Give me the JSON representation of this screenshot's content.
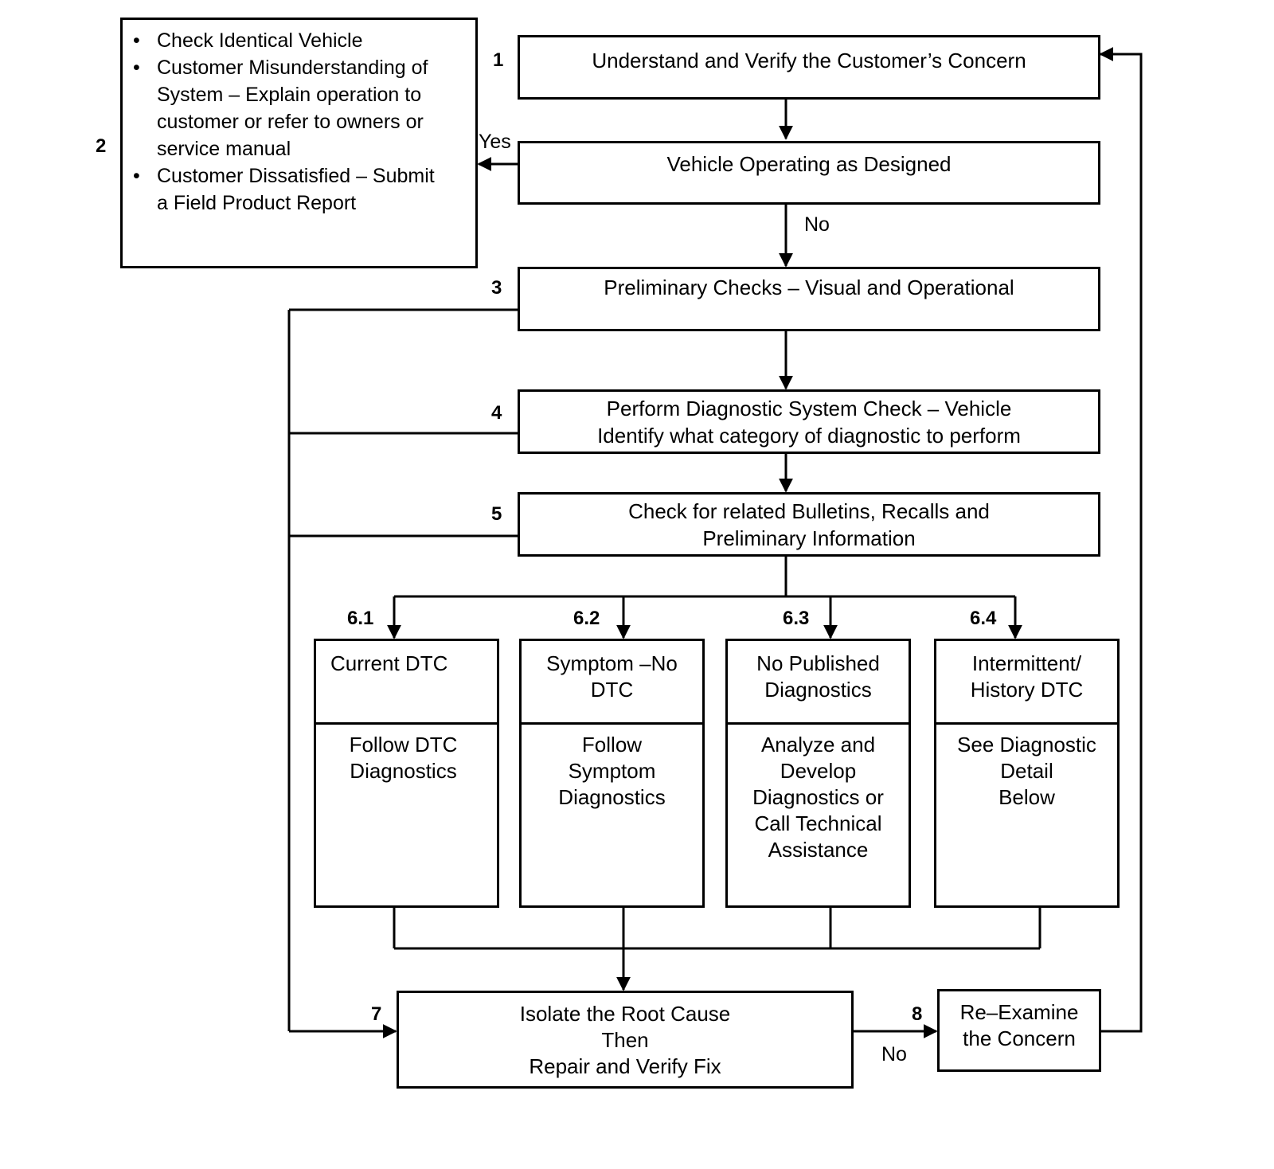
{
  "notes_box": {
    "items": [
      "Check Identical Vehicle",
      "Customer Misunderstanding of\nSystem – Explain operation to\ncustomer or refer to owners or\nservice manual",
      "Customer Dissatisfied – Submit\na Field Product Report"
    ]
  },
  "steps": {
    "s1": {
      "num": "1",
      "text": "Understand and Verify the Customer’s Concern"
    },
    "s2": {
      "num": "2"
    },
    "s_operating": {
      "text": "Vehicle Operating as Designed"
    },
    "s3": {
      "num": "3",
      "text": "Preliminary Checks – Visual and Operational"
    },
    "s4": {
      "num": "4",
      "line1": "Perform Diagnostic System Check – Vehicle",
      "line2": "Identify what category of diagnostic to perform"
    },
    "s5": {
      "num": "5",
      "line1": "Check for related Bulletins, Recalls and",
      "line2": "Preliminary Information"
    },
    "s7": {
      "num": "7",
      "text": "Isolate the Root Cause\nThen\nRepair and Verify Fix"
    },
    "s8": {
      "num": "8",
      "text": "Re–Examine\nthe Concern"
    }
  },
  "branches": [
    {
      "num": "6.1",
      "title": "Current DTC",
      "body": "Follow DTC\nDiagnostics"
    },
    {
      "num": "6.2",
      "title": "Symptom –No\nDTC",
      "body": "Follow\nSymptom\nDiagnostics"
    },
    {
      "num": "6.3",
      "title": "No Published\nDiagnostics",
      "body": "Analyze and\nDevelop\nDiagnostics or\nCall Technical\nAssistance"
    },
    {
      "num": "6.4",
      "title": "Intermittent/\nHistory DTC",
      "body": "See Diagnostic\nDetail\nBelow"
    }
  ],
  "labels": {
    "yes": "Yes",
    "no_1": "No",
    "no_2": "No"
  }
}
